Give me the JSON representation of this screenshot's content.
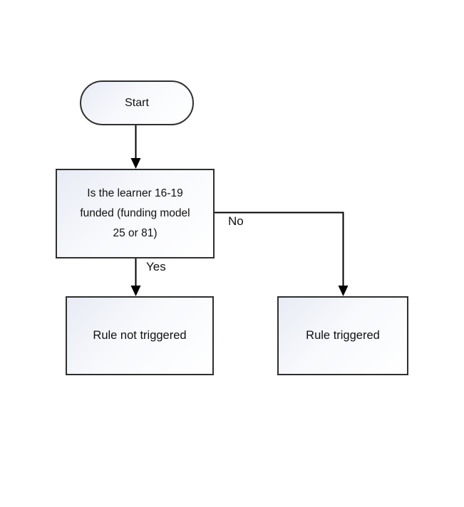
{
  "diagram": {
    "type": "flowchart",
    "nodes": {
      "start": {
        "shape": "terminator",
        "label": "Start"
      },
      "decision": {
        "shape": "rectangle",
        "label": "Is the learner 16-19 funded (funding model 25 or 81)",
        "lines": [
          "Is the learner 16-19",
          "funded (funding model",
          "25 or 81)"
        ]
      },
      "rule_not_triggered": {
        "shape": "rectangle",
        "label": "Rule not triggered"
      },
      "rule_triggered": {
        "shape": "rectangle",
        "label": "Rule triggered"
      }
    },
    "edges": [
      {
        "from": "start",
        "to": "decision",
        "label": ""
      },
      {
        "from": "decision",
        "to": "rule_not_triggered",
        "label": "Yes"
      },
      {
        "from": "decision",
        "to": "rule_triggered",
        "label": "No"
      }
    ],
    "colors": {
      "background": "#ffffff",
      "line": "#000000",
      "node_border": "#2f2f2f",
      "node_fill_start": "#e8ebf4",
      "node_fill_end": "#ffffff",
      "text": "#111111"
    }
  }
}
